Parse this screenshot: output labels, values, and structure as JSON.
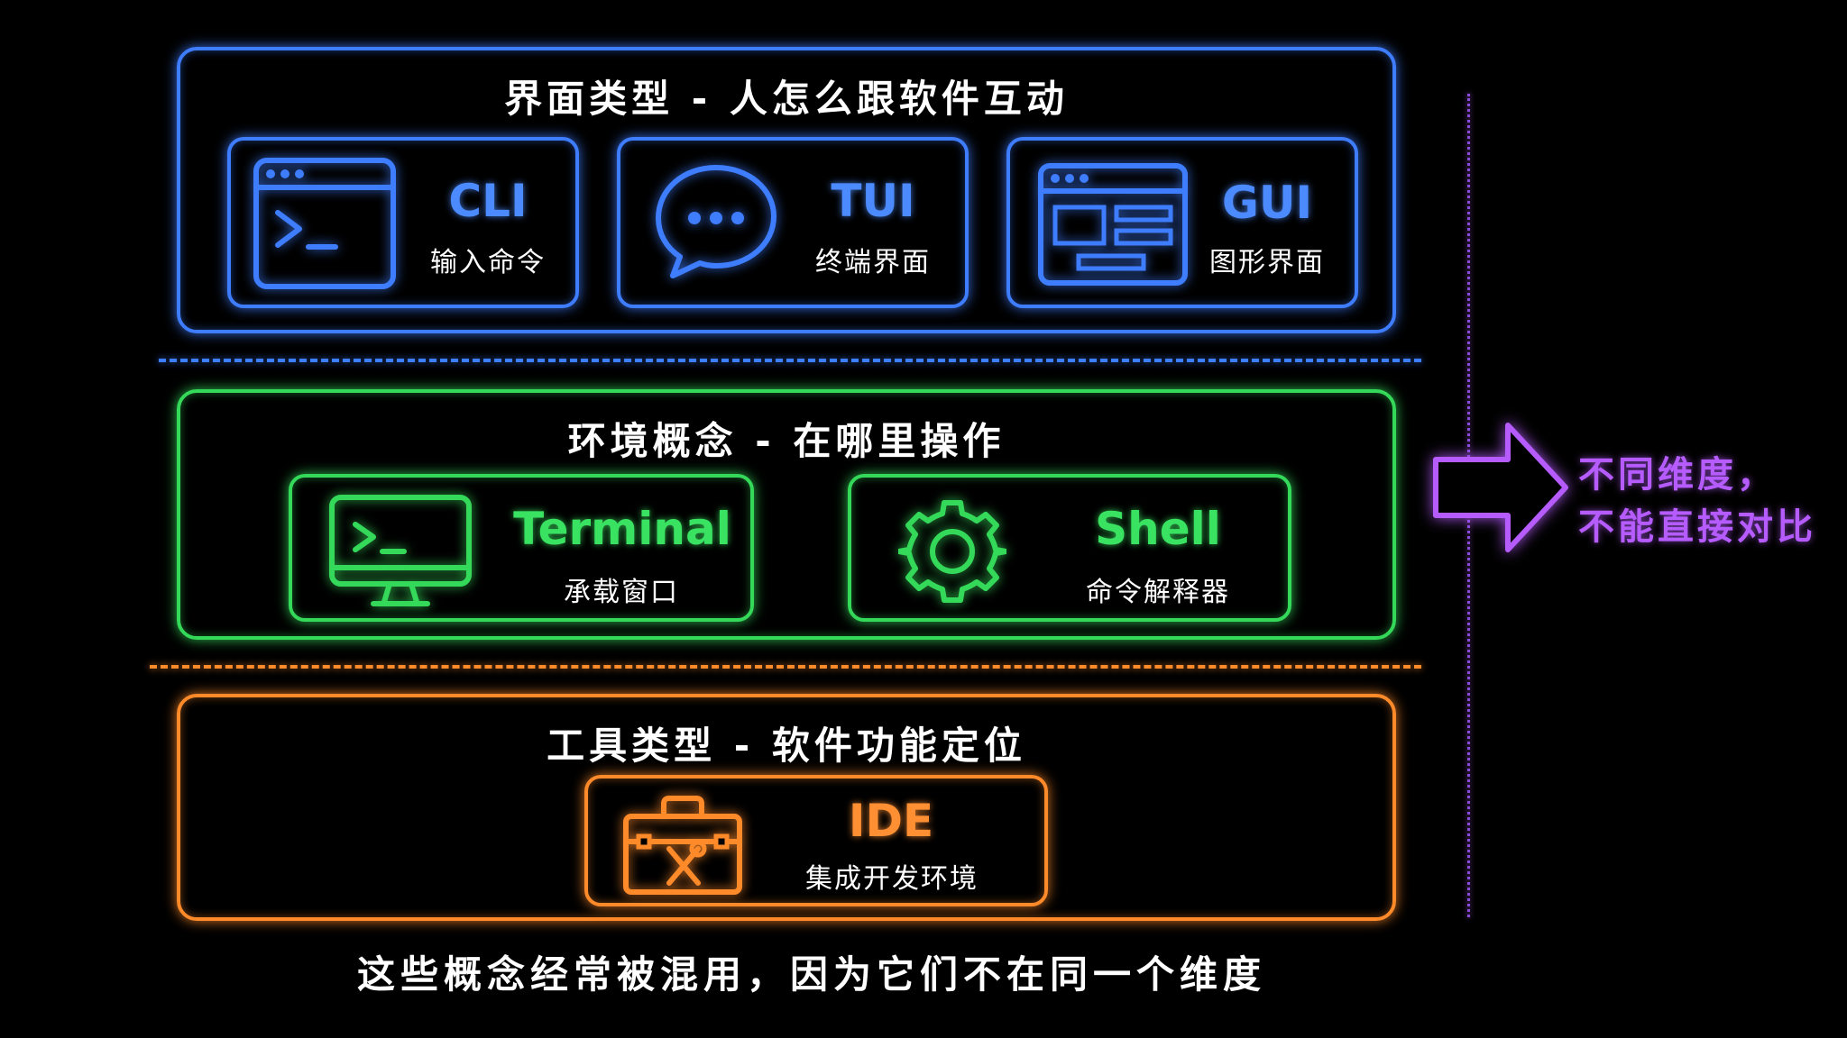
{
  "interface_panel": {
    "title": "界面类型 - 人怎么跟软件互动",
    "cards": [
      {
        "name": "CLI",
        "desc": "输入命令",
        "icon": "terminal-window-icon"
      },
      {
        "name": "TUI",
        "desc": "终端界面",
        "icon": "chat-bubble-icon"
      },
      {
        "name": "GUI",
        "desc": "图形界面",
        "icon": "gui-window-icon"
      }
    ]
  },
  "environment_panel": {
    "title": "环境概念 - 在哪里操作",
    "cards": [
      {
        "name": "Terminal",
        "desc": "承载窗口",
        "icon": "monitor-terminal-icon"
      },
      {
        "name": "Shell",
        "desc": "命令解释器",
        "icon": "gear-icon"
      }
    ]
  },
  "tool_panel": {
    "title": "工具类型 - 软件功能定位",
    "cards": [
      {
        "name": "IDE",
        "desc": "集成开发环境",
        "icon": "toolbox-icon"
      }
    ]
  },
  "side_note": {
    "line1": "不同维度，",
    "line2": "不能直接对比"
  },
  "footer": "这些概念经常被混用，因为它们不在同一个维度",
  "colors": {
    "blue": "#3f7dff",
    "green": "#35d95a",
    "orange": "#ff8a2a",
    "purple": "#b65cff"
  }
}
